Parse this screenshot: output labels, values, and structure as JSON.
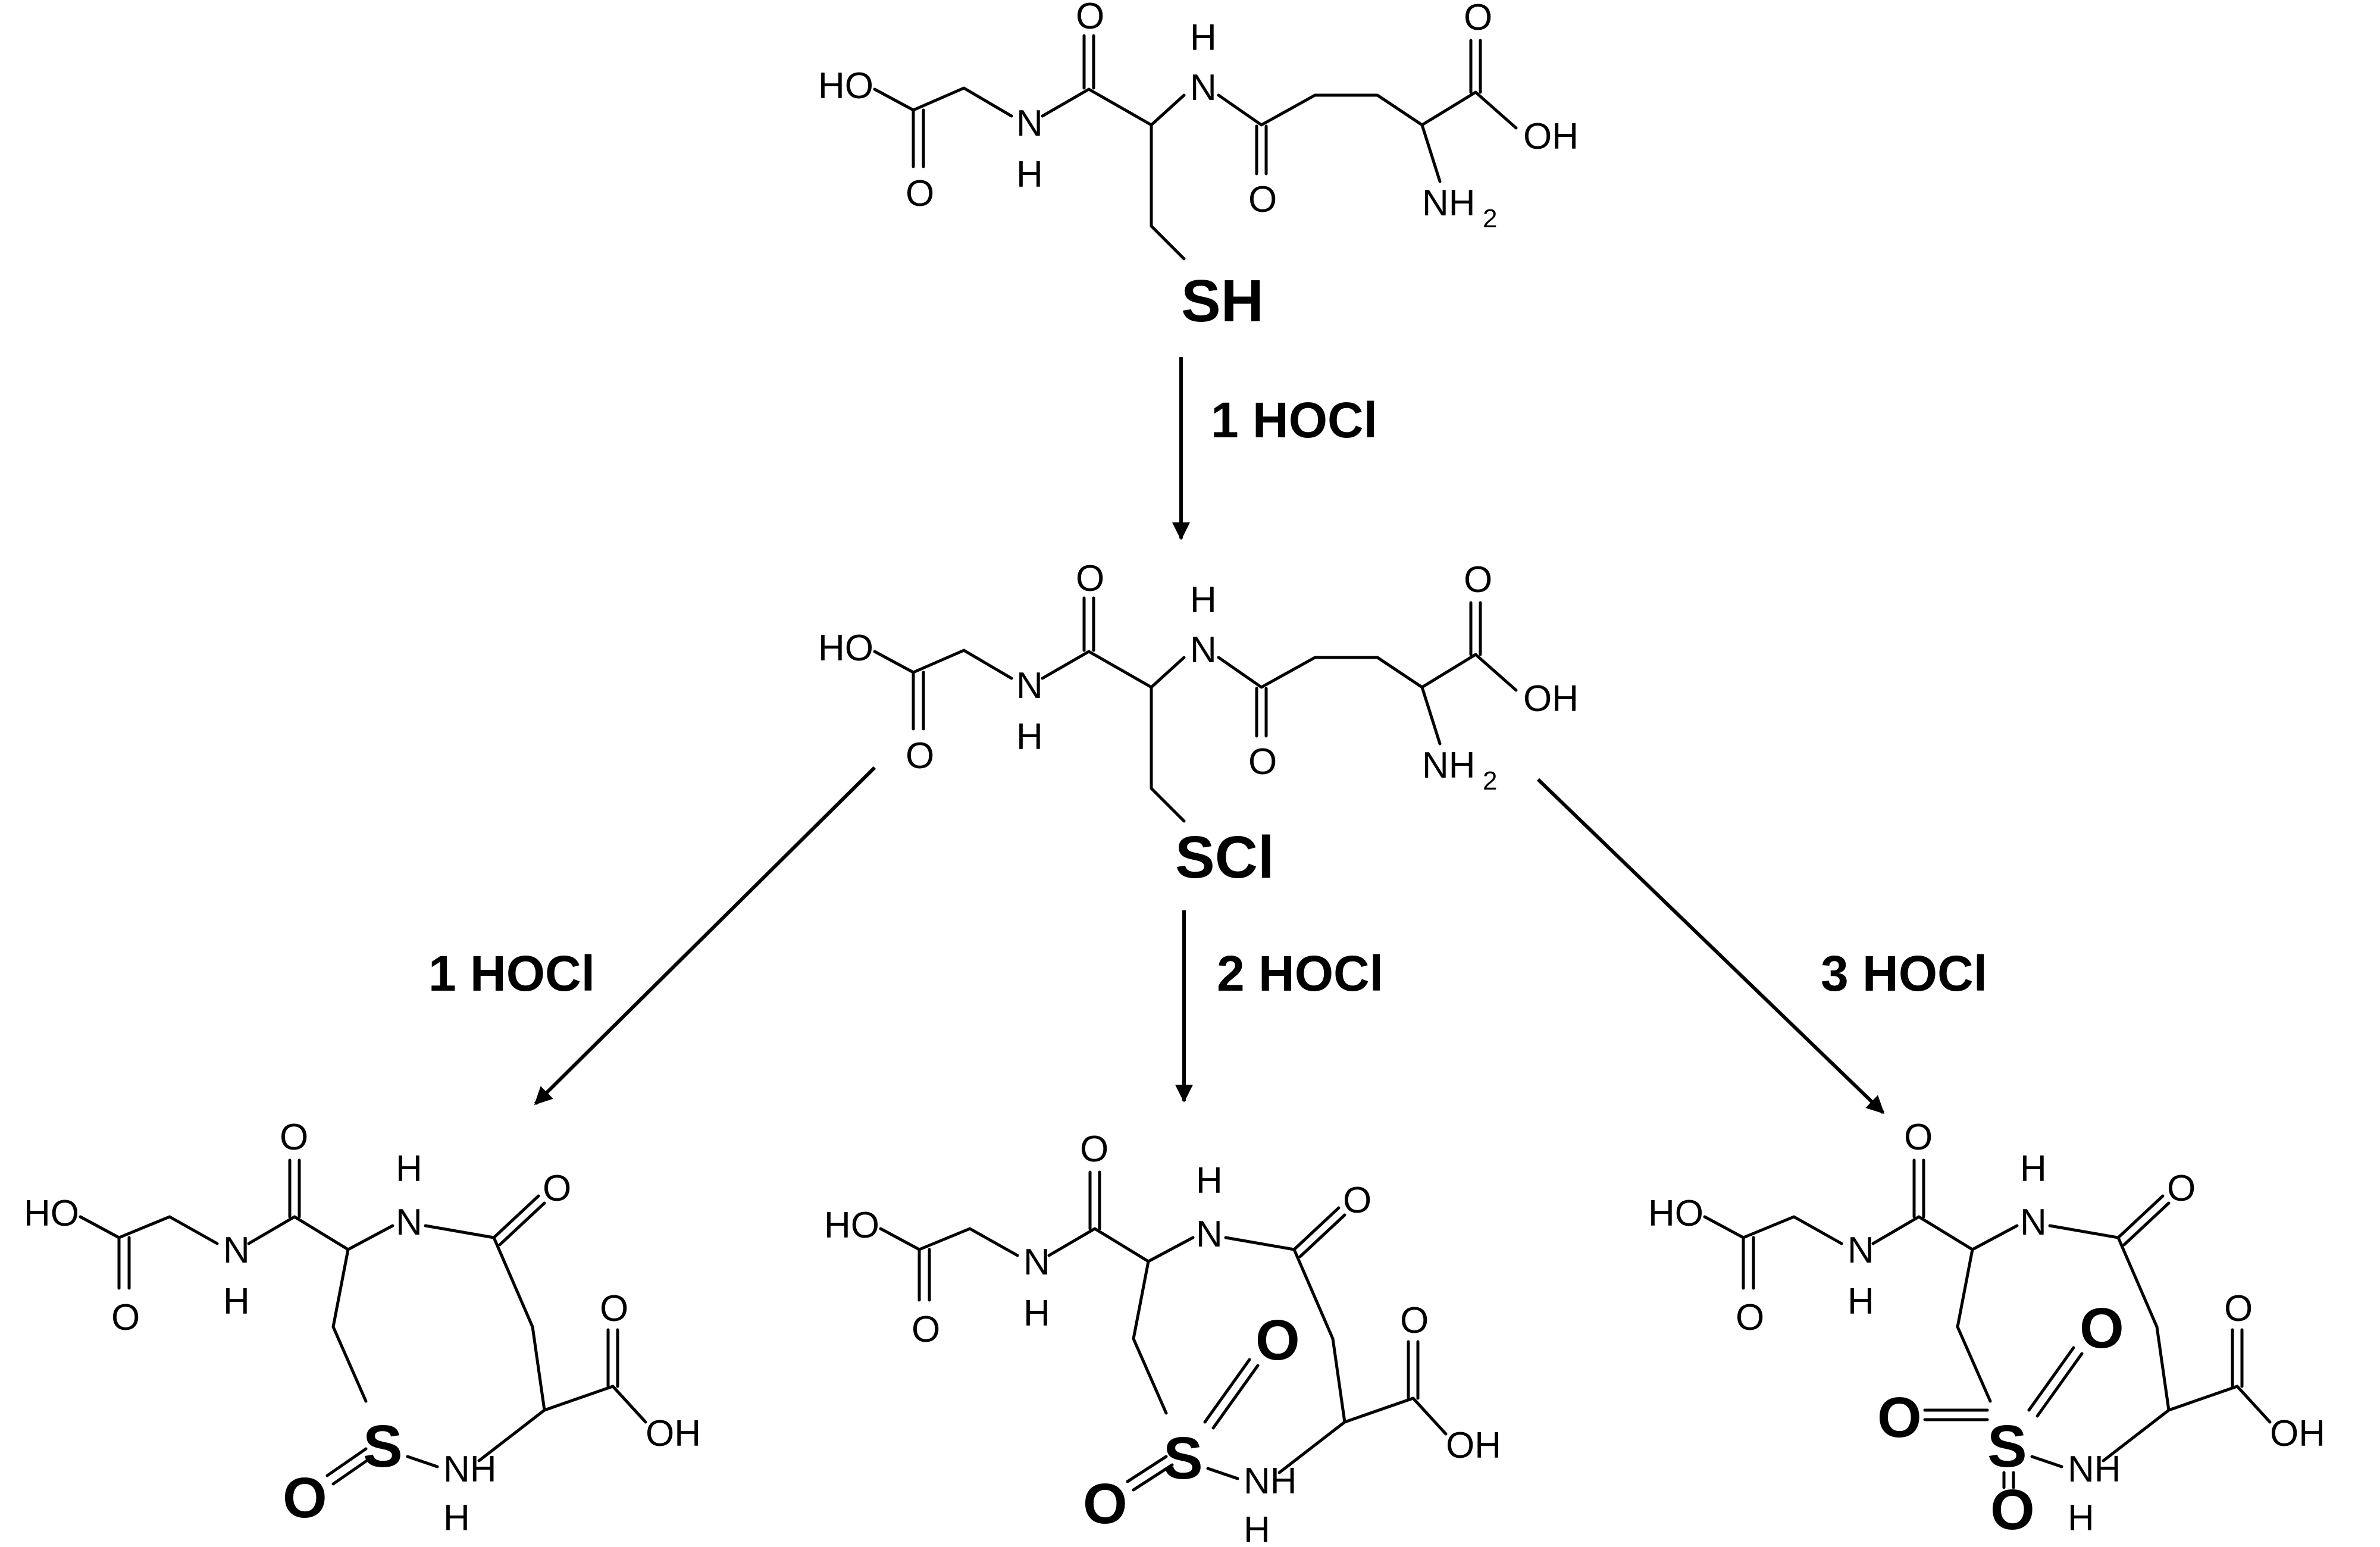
{
  "atoms": {
    "ho": "HO",
    "oh": "OH",
    "o": "O",
    "n": "N",
    "h": "H",
    "nh": "NH",
    "nh2_n": "NH",
    "nh2_sub": "2",
    "s": "S",
    "sh": "SH",
    "scl": "SCl"
  },
  "reagents": {
    "step1": "1 HOCl",
    "left": "1 HOCl",
    "middle": "2 HOCl",
    "right": "3 HOCl"
  }
}
